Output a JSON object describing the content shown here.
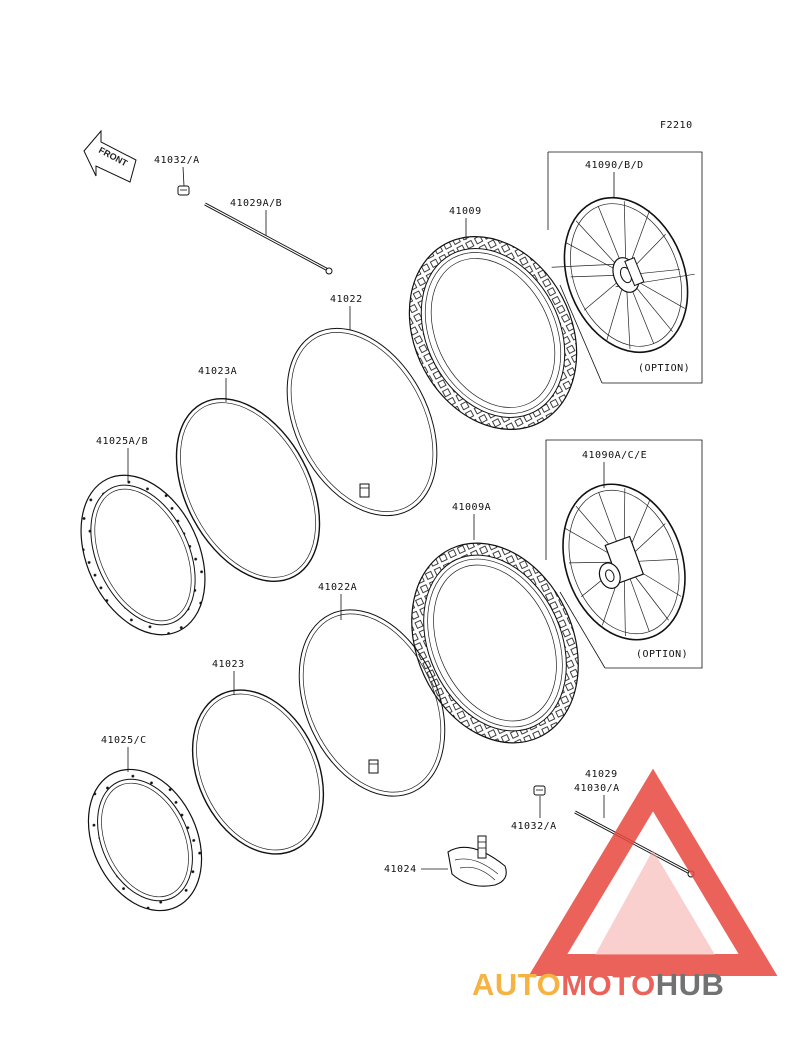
{
  "figure_code": "F2210",
  "front_label": "FRONT",
  "option_label": "(OPTION)",
  "colors": {
    "line": "#111111",
    "watermark_red": "#e8473f",
    "watermark_orange": "#f5a623",
    "watermark_gray": "#5a5a5a"
  },
  "parts": {
    "p41032A_top": "41032/A",
    "p41029AB": "41029A/B",
    "p41009": "41009",
    "p41090BD": "41090/B/D",
    "p41022": "41022",
    "p41023A": "41023A",
    "p41025AB": "41025A/B",
    "p41090ACE": "41090A/C/E",
    "p41009A": "41009A",
    "p41022A": "41022A",
    "p41023": "41023",
    "p41025C": "41025/C",
    "p41029": "41029",
    "p41030A": "41030/A",
    "p41032A_bottom": "41032/A",
    "p41024": "41024"
  },
  "watermark": {
    "part1": "AUTO",
    "part2": "MOTO",
    "part3": "HUB"
  }
}
